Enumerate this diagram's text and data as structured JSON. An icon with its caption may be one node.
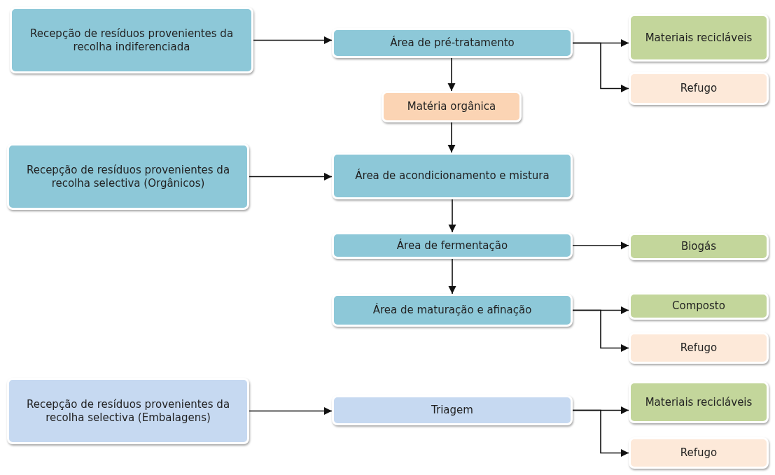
{
  "diagram": {
    "nodes": [
      {
        "text": [
          "Recepção de resíduos provenientes da recolha indiferenciada"
        ]
      },
      {
        "text": [
          "Área de pré-tratamento"
        ]
      },
      {
        "text": [
          "Materiais recicláveis"
        ]
      },
      {
        "text": [
          "Refugo"
        ]
      },
      {
        "text": [
          "Matéria orgânica"
        ]
      },
      {
        "text": [
          "Recepção de resíduos provenientes da recolha selectiva (Orgânicos)"
        ]
      },
      {
        "text": [
          "Área de acondicionamento e mistura"
        ]
      },
      {
        "text": [
          "Área de fermentação"
        ]
      },
      {
        "text": [
          "Biogás"
        ]
      },
      {
        "text": [
          "Área de maturação e afinação"
        ]
      },
      {
        "text": [
          "Composto"
        ]
      },
      {
        "text": [
          "Refugo"
        ]
      },
      {
        "text": [
          "Recepção de resíduos provenientes da recolha selectiva (Embalagens)"
        ]
      },
      {
        "text": [
          "Triagem"
        ]
      },
      {
        "text": [
          "Materiais recicláveis"
        ]
      },
      {
        "text": [
          "Refugo"
        ]
      }
    ],
    "edges": [
      {
        "from": 0,
        "to": 1,
        "arrow": "to"
      },
      {
        "from": 1,
        "to": 2,
        "arrow": "to"
      },
      {
        "from": 1,
        "to": 3,
        "arrow": "to"
      },
      {
        "from": 1,
        "to": 4,
        "arrow": "to"
      },
      {
        "from": 4,
        "to": 6,
        "arrow": "to"
      },
      {
        "from": 5,
        "to": 6,
        "arrow": "to"
      },
      {
        "from": 6,
        "to": 7,
        "arrow": "to"
      },
      {
        "from": 7,
        "to": 8,
        "arrow": "to"
      },
      {
        "from": 7,
        "to": 9,
        "arrow": "to"
      },
      {
        "from": 9,
        "to": 10,
        "arrow": "to"
      },
      {
        "from": 9,
        "to": 11,
        "arrow": "to"
      },
      {
        "from": 12,
        "to": 13,
        "arrow": "to"
      },
      {
        "from": 13,
        "to": 14,
        "arrow": "to"
      },
      {
        "from": 13,
        "to": 15,
        "arrow": "to"
      }
    ]
  }
}
